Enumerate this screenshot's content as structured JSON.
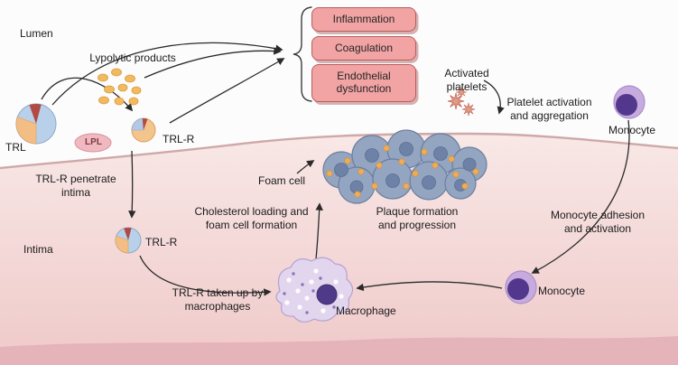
{
  "regions": {
    "lumen": "Lumen",
    "intima": "Intima"
  },
  "boxes": {
    "inflammation": "Inflammation",
    "coagulation": "Coagulation",
    "endothelial": "Endothelial dysfunction"
  },
  "labels": {
    "lypolytic": "Lypolytic products",
    "lpl": "LPL",
    "trl": "TRL",
    "trl_r_top": "TRL-R",
    "trl_r_intima": "TRL-R",
    "activated_platelets": "Activated platelets",
    "platelet_activation": "Platelet activation and aggregation",
    "monocyte_top": "Monocyte",
    "monocyte_bottom": "Monocyte",
    "trl_r_penetrate": "TRL-R penetrate intima",
    "trl_r_taken": "TRL-R taken up by macrophages",
    "cholesterol": "Cholesterol loading and foam cell formation",
    "foam_cell": "Foam cell",
    "plaque": "Plaque formation and progression",
    "macrophage": "Macrophage",
    "monocyte_adhesion": "Monocyte adhesion and activation"
  },
  "colors": {
    "box_fill": "#f2a3a3",
    "box_border": "#b85c5c",
    "intima_top": "#f8e8e6",
    "intima_bottom": "#efc9c9",
    "bottom_band": "#e5b3ba",
    "trl_blue": "#b9d0ea",
    "trl_orange": "#f3bd86",
    "trl_maroon": "#b04a42",
    "lpl_fill": "#f0b9c0",
    "monocyte_outer": "#c7abdf",
    "monocyte_nucleus": "#53378c",
    "macrophage_fill": "#e2d6ee",
    "plaque_cell": "#93a5c0",
    "orange_dot": "#f0ad55",
    "platelet": "#e09a88",
    "arrow": "#2a2a2a"
  }
}
